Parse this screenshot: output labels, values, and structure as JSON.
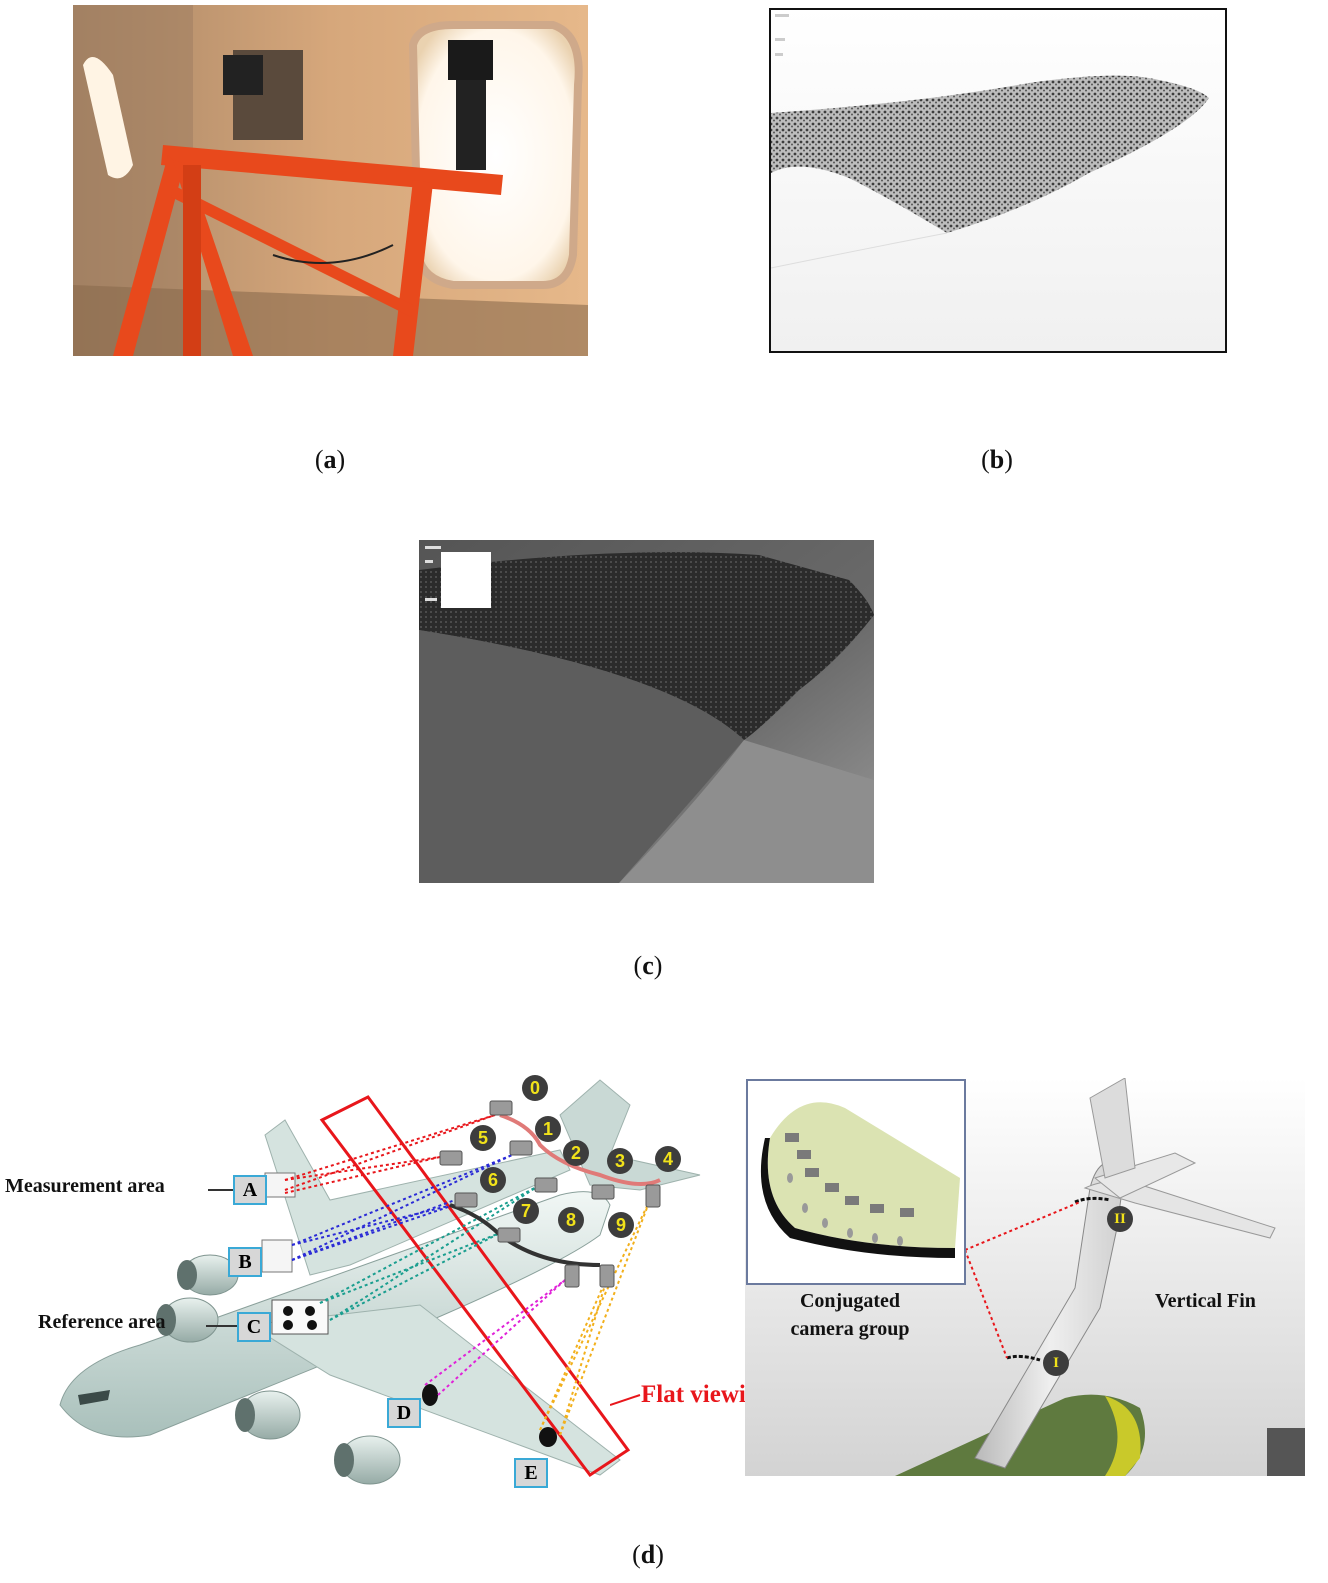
{
  "figure": {
    "captions": {
      "a": {
        "open": "(",
        "letter": "a",
        "close": ")"
      },
      "b": {
        "open": "(",
        "letter": "b",
        "close": ")"
      },
      "c": {
        "open": "(",
        "letter": "c",
        "close": ")"
      },
      "d": {
        "open": "(",
        "letter": "d",
        "close": ")"
      }
    },
    "panel_d": {
      "labels": {
        "measurement_area": "Measurement area",
        "reference_area": "Reference area",
        "flat_viewing_angles": "Flat viewing angles",
        "conjugated_line1": "Conjugated",
        "conjugated_line2": "camera group",
        "vertical_fin": "Vertical Fin"
      },
      "target_boxes": [
        "A",
        "B",
        "C",
        "D",
        "E"
      ],
      "camera_numbers": [
        "0",
        "1",
        "2",
        "3",
        "4",
        "5",
        "6",
        "7",
        "8",
        "9"
      ],
      "fin_markers": [
        "II",
        "I"
      ]
    },
    "colors": {
      "rig_orange": "#e8491c",
      "cabin_wall": "#d9a576",
      "red": "#e8161b",
      "blue": "#2b2bd6",
      "teal": "#1a9e8f",
      "magenta": "#e022d8",
      "yellow": "#f2b01c",
      "box_fill": "#d7d7d7",
      "box_border": "#3aa9d6",
      "number_fill": "#3d3d3d",
      "number_text": "#f1e21a"
    }
  }
}
